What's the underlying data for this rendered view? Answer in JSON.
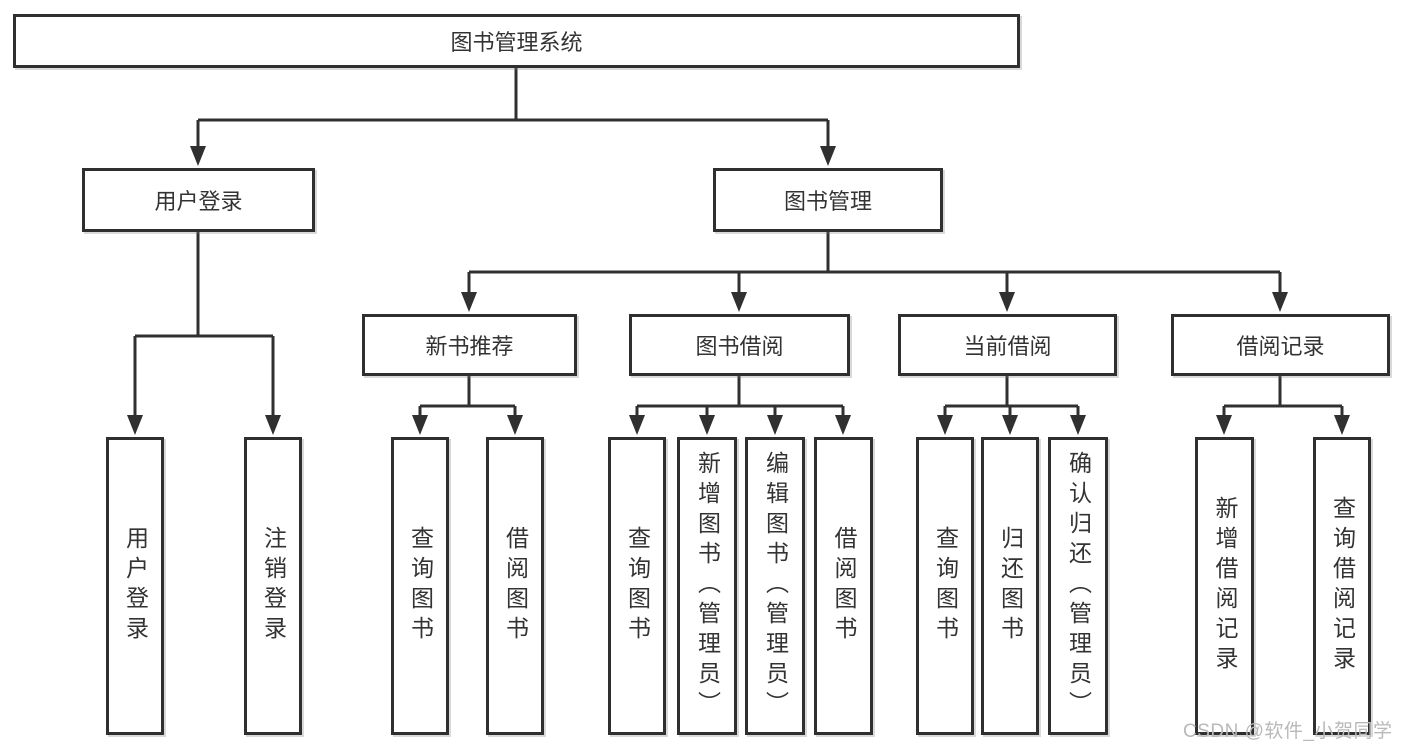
{
  "diagram": {
    "title": "图书管理系统",
    "nodes": {
      "root": "图书管理系统",
      "user_login": "用户登录",
      "book_management": "图书管理",
      "new_book_recommend": "新书推荐",
      "book_borrowing": "图书借阅",
      "current_borrowing": "当前借阅",
      "borrowing_records": "借阅记录"
    },
    "leaves": {
      "user_login": [
        "用户登录",
        "注销登录"
      ],
      "new_book_recommend": [
        "查询图书",
        "借阅图书"
      ],
      "book_borrowing": [
        "查询图书",
        "新增图书（管理员）",
        "编辑图书（管理员）",
        "借阅图书"
      ],
      "current_borrowing": [
        "查询图书",
        "归还图书",
        "确认归还（管理员）"
      ],
      "borrowing_records": [
        "新增借阅记录",
        "查询借阅记录"
      ]
    }
  },
  "watermark": "CSDN @软件_小贺同学",
  "colors": {
    "line": "#303030",
    "box_border": "#2f2f2f",
    "text": "#333333",
    "watermark": "#b9b9b9",
    "background": "#ffffff"
  }
}
